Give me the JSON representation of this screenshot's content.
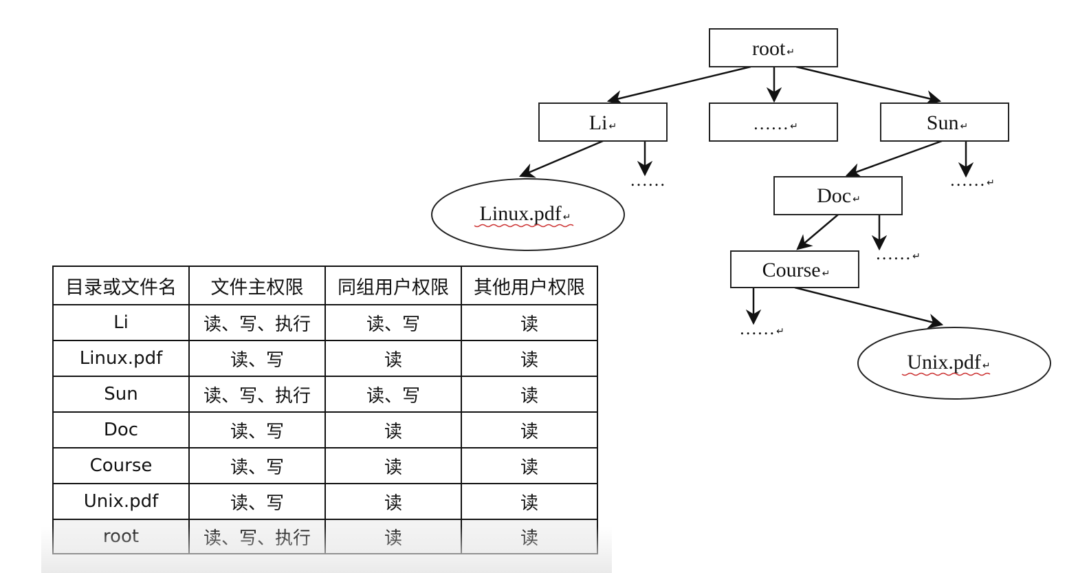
{
  "tree": {
    "nodes": {
      "root": "root",
      "li": "Li",
      "mid": "……",
      "sun": "Sun",
      "linux": "Linux.pdf",
      "li_more": "……",
      "doc": "Doc",
      "sun_more": "……",
      "doc_more": "……",
      "course": "Course",
      "course_more": "……",
      "unix": "Unix.pdf"
    },
    "mark": "↵"
  },
  "table": {
    "headers": [
      "目录或文件名",
      "文件主权限",
      "同组用户权限",
      "其他用户权限"
    ],
    "rows": [
      [
        "Li",
        "读、写、执行",
        "读、写",
        "读"
      ],
      [
        "Linux.pdf",
        "读、写",
        "读",
        "读"
      ],
      [
        "Sun",
        "读、写、执行",
        "读、写",
        "读"
      ],
      [
        "Doc",
        "读、写",
        "读",
        "读"
      ],
      [
        "Course",
        "读、写",
        "读",
        "读"
      ],
      [
        "Unix.pdf",
        "读、写",
        "读",
        "读"
      ],
      [
        "root",
        "读、写、执行",
        "读",
        "读"
      ]
    ]
  }
}
